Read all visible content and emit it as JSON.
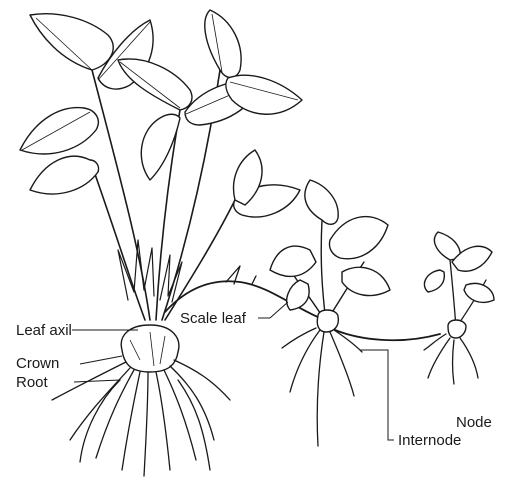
{
  "labels": {
    "leaf_axil": "Leaf axil",
    "crown": "Crown",
    "root": "Root",
    "scale_leaf": "Scale leaf",
    "node": "Node",
    "internode": "Internode"
  },
  "colors": {
    "ink": "#1a1a1a",
    "background": "#ffffff"
  }
}
